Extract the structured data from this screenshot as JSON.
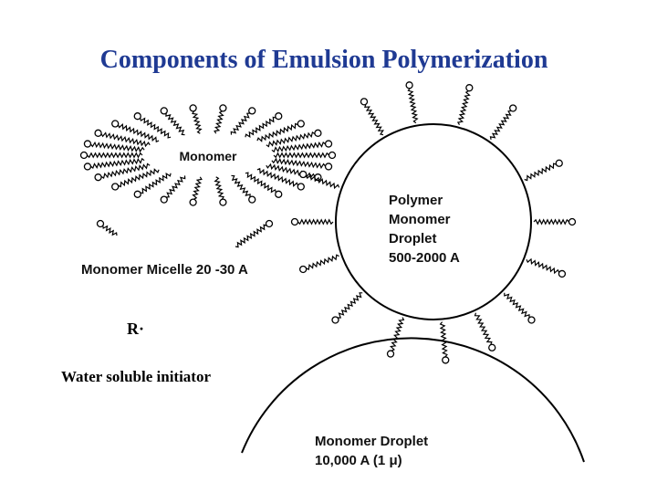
{
  "title": "Components of Emulsion Polymerization",
  "micelle": {
    "center_label": "Monomer",
    "caption": "Monomer Micelle  20 -30 A"
  },
  "polymer_droplet": {
    "lines": [
      "Polymer",
      "Monomer",
      "Droplet",
      "500-2000 A"
    ]
  },
  "initiator": {
    "symbol": "R·",
    "label": "Water soluble initiator"
  },
  "monomer_droplet": {
    "line1": "Monomer Droplet",
    "line2": "10,000 A  (1 μ)"
  }
}
